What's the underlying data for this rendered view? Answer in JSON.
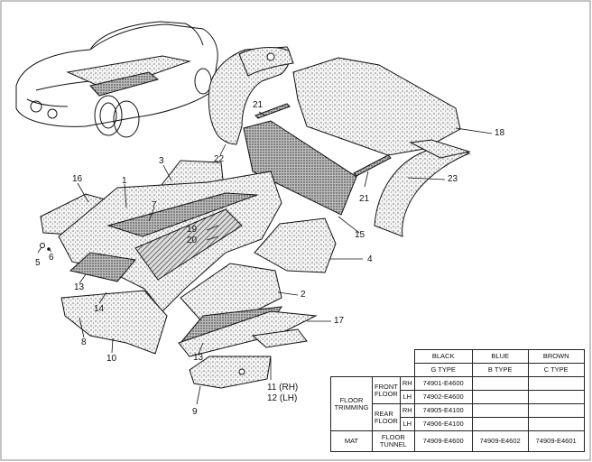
{
  "callouts": {
    "n1": "1",
    "n2": "2",
    "n3": "3",
    "n4": "4",
    "n5": "5",
    "n6": "6",
    "n7": "7",
    "n8": "8",
    "n9": "9",
    "n10": "10",
    "n11": "11 (RH)",
    "n12": "12 (LH)",
    "n13a": "13",
    "n13b": "13",
    "n14": "14",
    "n15": "15",
    "n16": "16",
    "n17": "17",
    "n18": "18",
    "n19": "19",
    "n20": "20",
    "n21a": "21",
    "n21b": "21",
    "n22": "22",
    "n23": "23"
  },
  "table": {
    "col_black": "BLACK",
    "col_blue": "BLUE",
    "col_brown": "BROWN",
    "type_black": "G TYPE",
    "type_blue": "B TYPE",
    "type_brown": "C TYPE",
    "floor_trimming_1": "FLOOR",
    "floor_trimming_2": "TRIMMING",
    "front_floor_1": "FRONT",
    "front_floor_2": "FLOOR",
    "rear_floor_1": "REAR",
    "rear_floor_2": "FLOOR",
    "rh": "RH",
    "lh": "LH",
    "p_front_rh": "74901-E4600",
    "p_front_lh": "74902-E4600",
    "p_rear_rh": "74905-E4100",
    "p_rear_lh": "74906-E4100",
    "mat": "MAT",
    "floor_tunnel_1": "FLOOR",
    "floor_tunnel_2": "TUNNEL",
    "mat_black": "74909-E4600",
    "mat_blue": "74909-E4602",
    "mat_brown": "74909-E4601"
  }
}
